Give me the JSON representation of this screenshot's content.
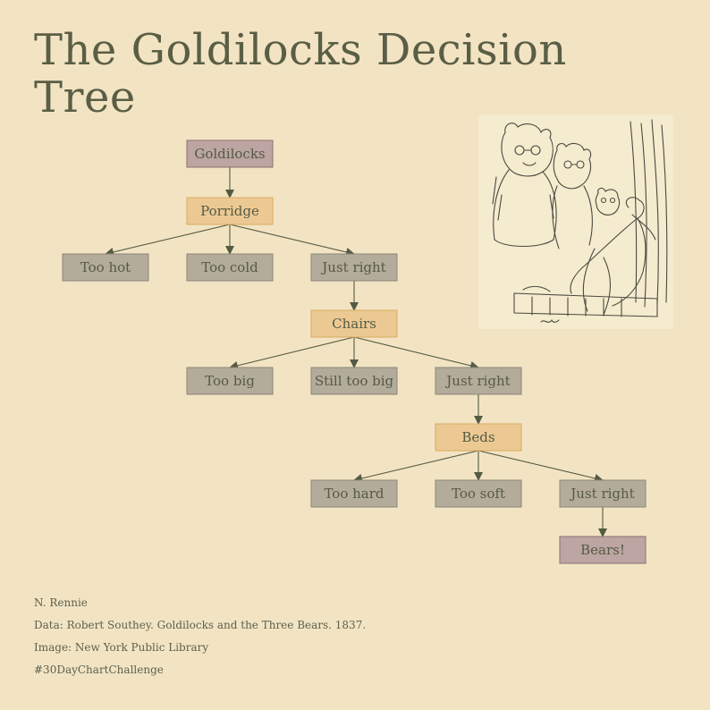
{
  "title": "The Goldilocks Decision Tree",
  "colors": {
    "background": "#f2e4c3",
    "root_fill": "#bca5a2",
    "root_stroke": "#8f6e73",
    "decision_fill": "#ecc993",
    "decision_stroke": "#d9aa60",
    "outcome_fill": "#b4ac9b",
    "outcome_stroke": "#8b8678",
    "edge": "#555a44"
  },
  "nodes": [
    {
      "id": "root",
      "label": "Goldilocks",
      "kind": "root"
    },
    {
      "id": "porridge",
      "label": "Porridge",
      "kind": "decision"
    },
    {
      "id": "porridge-hot",
      "label": "Too hot",
      "kind": "outcome"
    },
    {
      "id": "porridge-cold",
      "label": "Too cold",
      "kind": "outcome"
    },
    {
      "id": "porridge-right",
      "label": "Just right",
      "kind": "outcome"
    },
    {
      "id": "chairs",
      "label": "Chairs",
      "kind": "decision"
    },
    {
      "id": "chairs-big",
      "label": "Too big",
      "kind": "outcome"
    },
    {
      "id": "chairs-still-big",
      "label": "Still too big",
      "kind": "outcome"
    },
    {
      "id": "chairs-right",
      "label": "Just right",
      "kind": "outcome"
    },
    {
      "id": "beds",
      "label": "Beds",
      "kind": "decision"
    },
    {
      "id": "beds-hard",
      "label": "Too hard",
      "kind": "outcome"
    },
    {
      "id": "beds-soft",
      "label": "Too soft",
      "kind": "outcome"
    },
    {
      "id": "beds-right",
      "label": "Just right",
      "kind": "outcome"
    },
    {
      "id": "bears",
      "label": "Bears!",
      "kind": "root"
    }
  ],
  "edges": [
    [
      "root",
      "porridge"
    ],
    [
      "porridge",
      "porridge-hot"
    ],
    [
      "porridge",
      "porridge-cold"
    ],
    [
      "porridge",
      "porridge-right"
    ],
    [
      "porridge-right",
      "chairs"
    ],
    [
      "chairs",
      "chairs-big"
    ],
    [
      "chairs",
      "chairs-still-big"
    ],
    [
      "chairs",
      "chairs-right"
    ],
    [
      "chairs-right",
      "beds"
    ],
    [
      "beds",
      "beds-hard"
    ],
    [
      "beds",
      "beds-soft"
    ],
    [
      "beds",
      "beds-right"
    ],
    [
      "beds-right",
      "bears"
    ]
  ],
  "illustration": {
    "description": "three-bears-engraving"
  },
  "credits": {
    "author": "N. Rennie",
    "data": "Data: Robert Southey. Goldilocks and the Three Bears. 1837.",
    "image": "Image: New York Public Library",
    "hashtag": "#30DayChartChallenge"
  }
}
